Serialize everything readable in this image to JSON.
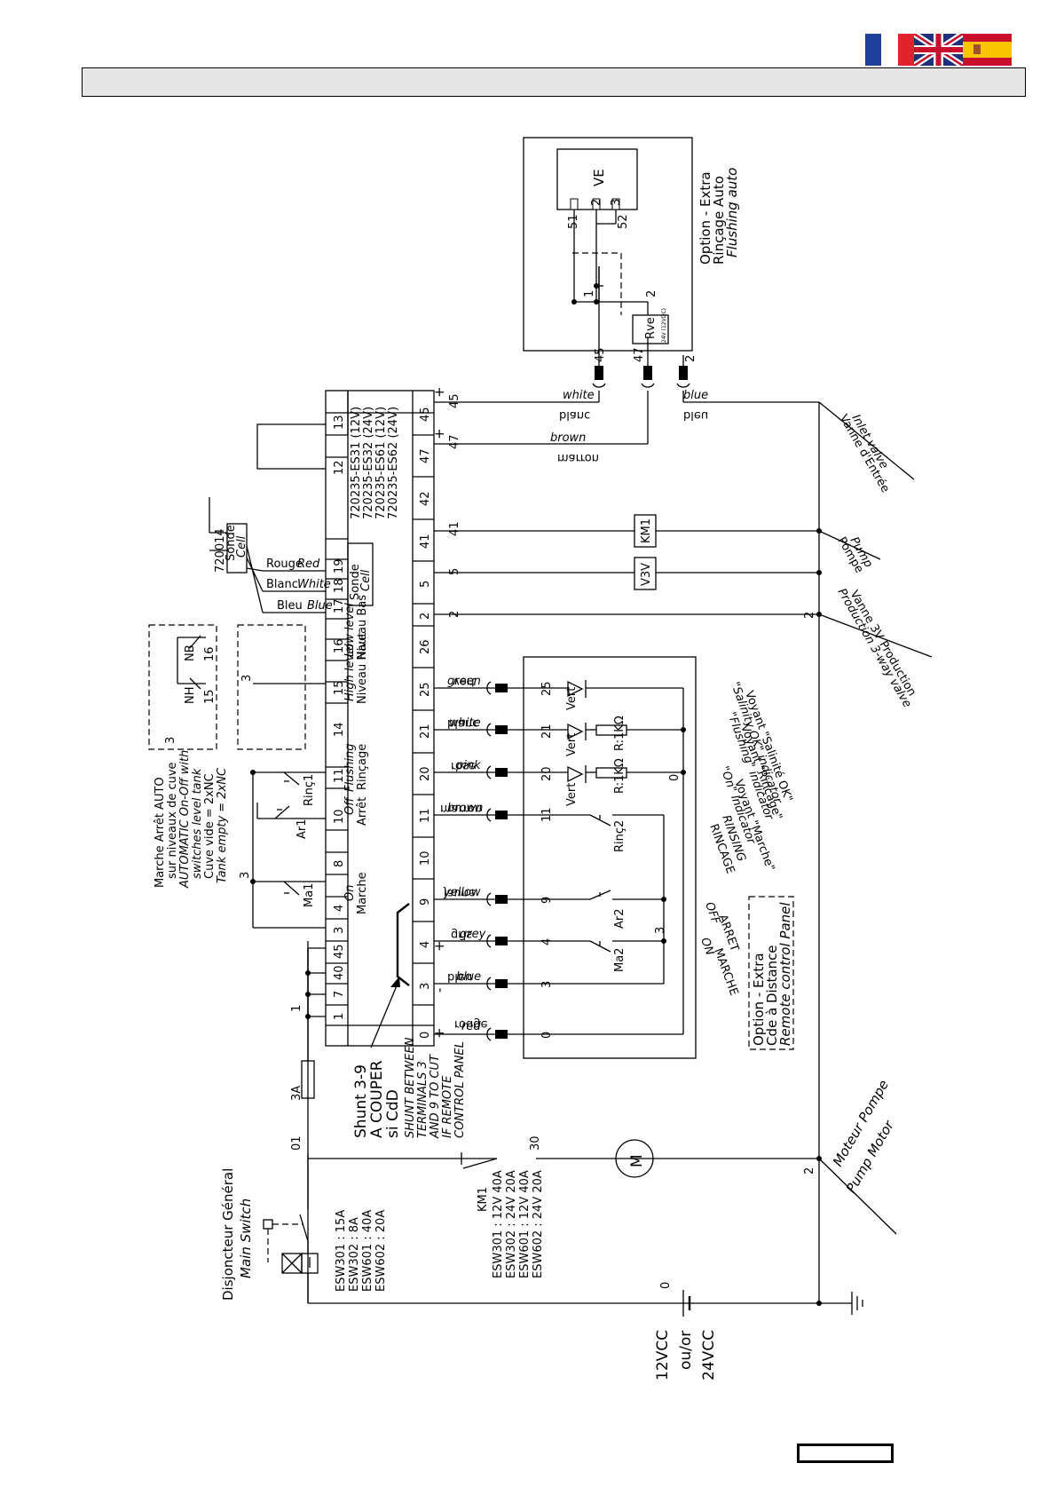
{
  "header": {
    "title": "",
    "languages": [
      "fr",
      "en",
      "es"
    ]
  },
  "supply": {
    "voltage_line1": "12VCC",
    "voltage_line2": "ou/or",
    "voltage_line3": "24VCC",
    "node_0": "0"
  },
  "main_switch": {
    "fr": "Disjoncteur Général",
    "en": "Main Switch",
    "ratings": [
      "ESW301 : 15A",
      "ESW302 : 8A",
      "ESW601 : 40A",
      "ESW602 : 20A"
    ]
  },
  "contactor": {
    "name": "KM1",
    "ratings": [
      "ESW301 : 12V 40A",
      "ESW302 : 24V 20A",
      "ESW601 : 12V 40A",
      "ESW602 : 24V 20A"
    ],
    "wire_30": "30",
    "wire_01": "01",
    "fuse": "3A",
    "wire_1": "1",
    "wire_2": "2"
  },
  "pump_motor": {
    "symbol": "M",
    "fr": "Moteur Pompe",
    "en": "Pump Motor"
  },
  "shunt": {
    "fr": [
      "Shunt 3-9",
      "A COUPER",
      "si CdD"
    ],
    "en": [
      "SHUNT BETWEEN",
      "TERMINALS 3",
      "AND 9 TO CUT",
      "IF REMOTE",
      "CONTROL PANEL"
    ]
  },
  "terminals": {
    "upper": [
      {
        "n": "1"
      },
      {
        "n": "7"
      },
      {
        "n": "40"
      },
      {
        "n": "45"
      },
      {
        "n": "3"
      },
      {
        "n": "4"
      },
      {
        "n": "8"
      },
      {
        "n": "10"
      },
      {
        "n": "11"
      },
      {
        "n": "14"
      },
      {
        "n": "15"
      },
      {
        "n": "16"
      },
      {
        "n": "17"
      },
      {
        "n": "18"
      },
      {
        "n": "19"
      },
      {
        "n": "12"
      },
      {
        "n": "13"
      }
    ],
    "lower": [
      {
        "n": "0"
      },
      {
        "n": "3"
      },
      {
        "n": "4"
      },
      {
        "n": "9"
      },
      {
        "n": "10"
      },
      {
        "n": "11"
      },
      {
        "n": "20"
      },
      {
        "n": "21"
      },
      {
        "n": "25"
      },
      {
        "n": "26"
      },
      {
        "n": "2"
      },
      {
        "n": "5"
      },
      {
        "n": "41"
      },
      {
        "n": "42"
      },
      {
        "n": "47"
      },
      {
        "n": "45"
      }
    ],
    "lower_signs": [
      "+",
      "-",
      "+",
      "+",
      "+"
    ],
    "right_wire_nums": [
      "2",
      "5",
      "41",
      "47",
      "45"
    ]
  },
  "functions": {
    "marche": {
      "fr": "Marche",
      "en": "On"
    },
    "arret": {
      "fr": "Arrêt",
      "en": "Off"
    },
    "rincage": {
      "fr": "Rinçage",
      "en": "Flushing"
    },
    "niveau_haut": {
      "fr": "Niveau Haut",
      "en": "High level"
    },
    "niveau_bas": {
      "fr": "Niveau Bas",
      "en": "Low level"
    },
    "sonde": {
      "fr": "Sonde",
      "en": "Cell"
    }
  },
  "module_versions": [
    "720235-ES31 (12V)",
    "720235-ES32 (24V)",
    "720235-ES61 (12V)",
    "720235-ES62 (24V)"
  ],
  "sonde_probe": {
    "code": "720014",
    "fr": "Sonde",
    "en": "Cell",
    "wires": [
      {
        "fr": "Bleu",
        "en": "Blue"
      },
      {
        "fr": "Blanc",
        "en": "White"
      },
      {
        "fr": "Rouge",
        "en": "Red"
      }
    ]
  },
  "level_switches": {
    "caption": [
      "Marche Arrêt AUTO",
      "sur niveaux de cuve",
      "AUTOMATIC On-Off with",
      "switches level tank",
      "Cuve vide = 2xNC",
      "Tank empty = 2xNC"
    ],
    "nh": "NH",
    "nb": "NB",
    "n15": "15",
    "n16": "16",
    "n3a": "3",
    "n3b": "3"
  },
  "local_buttons": {
    "ma1": "Ma1",
    "ar1": "Ar1",
    "rinc1": "Rinç1",
    "n3": "3"
  },
  "remote_wires": [
    {
      "fr": "rouge",
      "en": "red"
    },
    {
      "fr": "bleu",
      "en": "blue"
    },
    {
      "fr": "gris",
      "en": "grey"
    },
    {
      "fr": "jaune",
      "en": "yellow"
    },
    {
      "fr": "marron",
      "en": "brown"
    },
    {
      "fr": "rose",
      "en": "pink"
    },
    {
      "fr": "blanc",
      "en": "white"
    },
    {
      "fr": "vert",
      "en": "green"
    }
  ],
  "remote_panel": {
    "title": [
      "Option - Extra",
      "Cde à Distance",
      "Remote control Panel"
    ],
    "buttons": {
      "ma2": "Ma2",
      "ar2": "Ar2",
      "rinc2": "Rinç2"
    },
    "nodes": {
      "n0": "0",
      "n3": "3",
      "n4": "4",
      "n9": "9",
      "n11": "11",
      "n20": "20",
      "n21": "21",
      "n25": "25",
      "n3r": "3",
      "n0r": "0"
    },
    "leds": [
      "Vert",
      "Vert",
      "Vert"
    ],
    "resistors": [
      "R:1KΩ",
      "R:1KΩ"
    ],
    "captions": {
      "on": [
        "MARCHE",
        "ON"
      ],
      "off": [
        "ARRET",
        "OFF"
      ],
      "rincage": [
        "RINCAGE",
        "RINSING"
      ],
      "marche": [
        "Voyant \"Marche\"",
        "\"On\" indicator"
      ],
      "rincage_ind": [
        "Voyant \"Rinçage\"",
        "\"Flushing\" indicator"
      ],
      "salinite": [
        "Voyant \"Salinité OK\"",
        "\"Salinity OK\" indicator"
      ]
    }
  },
  "outputs": {
    "v3v": "V3V",
    "km1": "KM1",
    "vanne_3v": [
      "Vanne 3V Production",
      "Production 3-way valve"
    ],
    "pompe": [
      "Pompe",
      "Pump"
    ],
    "vanne_entree": [
      "Vanne d'Entrée",
      "Inlet valve"
    ],
    "w47": {
      "fr": "marron",
      "en": "brown"
    },
    "w45": {
      "fr": "blanc",
      "en": "white"
    },
    "w2": {
      "fr": "bleu",
      "en": "blue"
    }
  },
  "flushing_option": {
    "title": [
      "Option - Extra",
      "Rinçage Auto",
      "Flushing auto"
    ],
    "ve": "VE",
    "rve": "Rve",
    "n51": "51",
    "n52": "52",
    "n1": "1",
    "n2": "2",
    "n3": "3",
    "n2b": "2",
    "c45": "45",
    "c47": "47",
    "c2": "2",
    "rve_spec": "24V (12VDC)"
  }
}
